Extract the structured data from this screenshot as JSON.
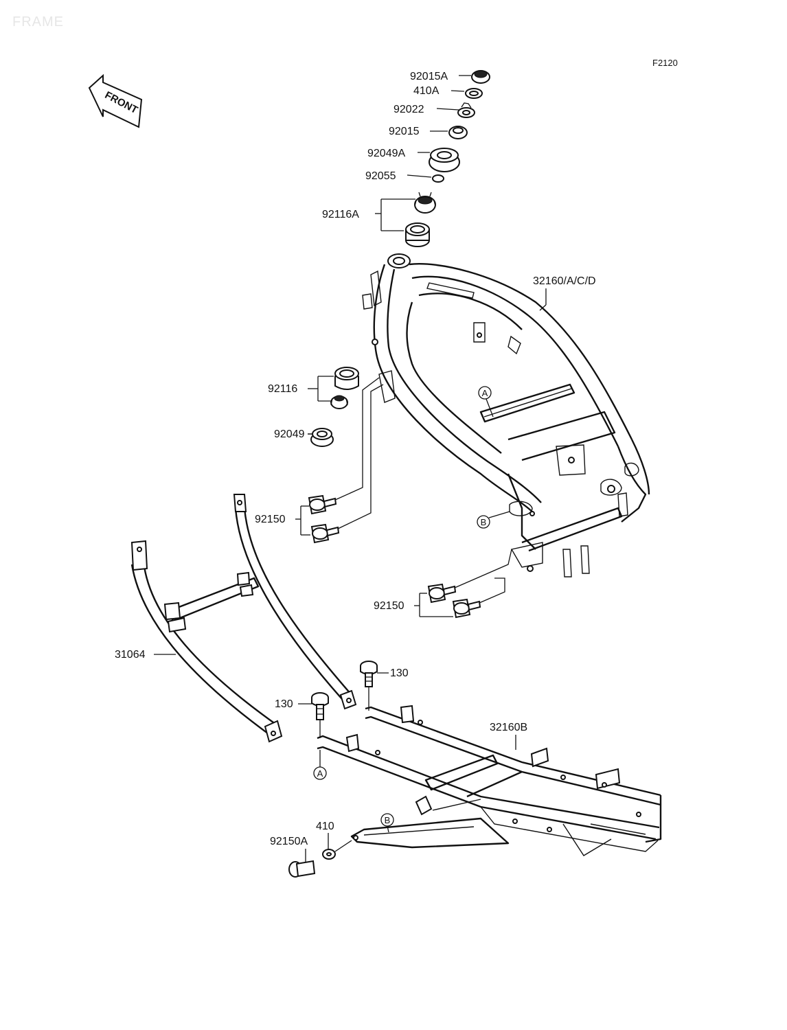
{
  "watermark": "FRAME",
  "figure_code": "F2120",
  "front_label": "FRONT",
  "parts": {
    "p92015A": "92015A",
    "p410A": "410A",
    "p92022": "92022",
    "p92015": "92015",
    "p92049A": "92049A",
    "p92055": "92055",
    "p92116A": "92116A",
    "p32160ACD": "32160/A/C/D",
    "p92116": "92116",
    "p92049": "92049",
    "p92150_upper": "92150",
    "p92150_lower": "92150",
    "p31064": "31064",
    "p130_right": "130",
    "p130_left": "130",
    "p32160B": "32160B",
    "p410": "410",
    "p92150A": "92150A"
  },
  "refs": {
    "a_upper": "A",
    "b_upper": "B",
    "a_lower": "A",
    "b_lower": "B"
  }
}
